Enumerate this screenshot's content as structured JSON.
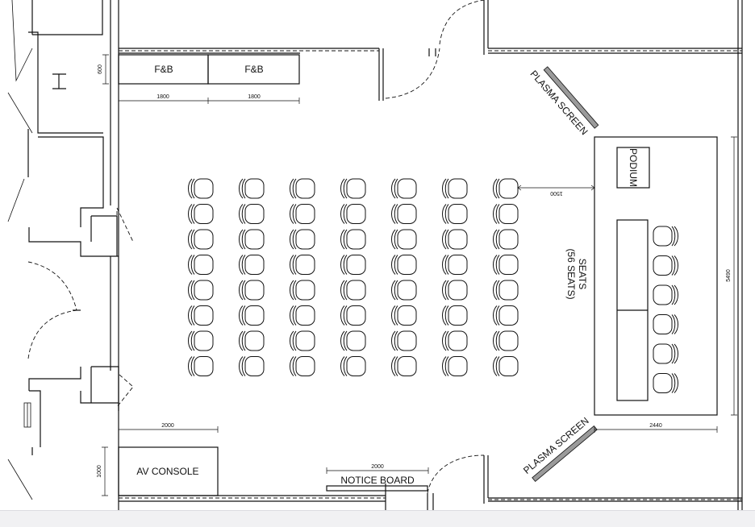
{
  "labels": {
    "fnb_1": "F&B",
    "fnb_2": "F&B",
    "podium": "PODIUM",
    "plasma_screen_top": "PLASMA SCREEN",
    "plasma_screen_bottom": "PLASMA SCREEN",
    "seats_line1": "SEATS",
    "seats_line2": "(56 SEATS)",
    "av_console": "AV CONSOLE",
    "notice_board": "NOTICE BOARD"
  },
  "dimensions": {
    "fnb_width_1": "1800",
    "fnb_width_2": "1800",
    "fnb_depth": "600",
    "podium_offset": "1500",
    "stage_depth": "5490",
    "stage_width": "2440",
    "av_console_width": "2000",
    "av_console_depth": "1000",
    "notice_board_width": "2000"
  },
  "seating": {
    "audience_rows": 8,
    "audience_columns": 7,
    "panel_chairs": 6
  },
  "colors": {
    "line": "#111111",
    "plasma_fill": "#9a9a9a",
    "background": "#ffffff"
  }
}
